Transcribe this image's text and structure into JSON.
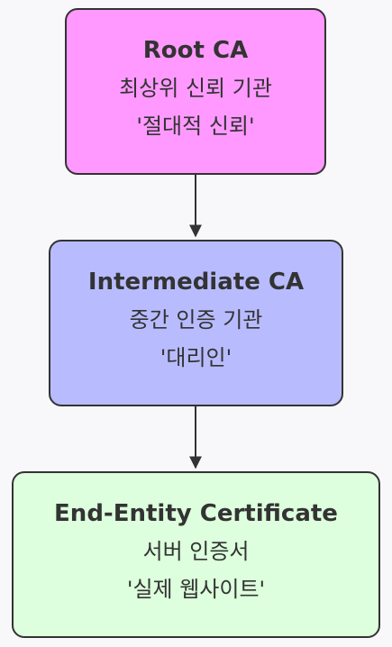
{
  "diagram": {
    "nodes": [
      {
        "id": "root",
        "title": "Root CA",
        "line1": "최상위 신뢰 기관",
        "line2": "'절대적 신뢰'",
        "fill": "#ff99ff"
      },
      {
        "id": "intermediate",
        "title": "Intermediate CA",
        "line1": "중간 인증 기관",
        "line2": "'대리인'",
        "fill": "#b8bcff"
      },
      {
        "id": "end",
        "title": "End-Entity Certificate",
        "line1": "서버 인증서",
        "line2": "'실제 웹사이트'",
        "fill": "#ddffdd"
      }
    ],
    "edges": [
      {
        "from": "root",
        "to": "intermediate"
      },
      {
        "from": "intermediate",
        "to": "end"
      }
    ],
    "colors": {
      "border": "#333333",
      "text": "#333333",
      "edge": "#333333",
      "background": "#f8f8fb"
    }
  }
}
